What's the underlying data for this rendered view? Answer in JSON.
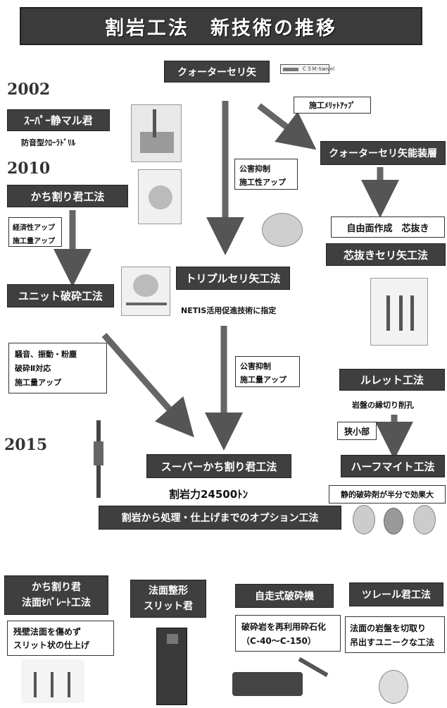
{
  "title": "割岩工法　新技術の推移",
  "years": [
    "2002",
    "2010",
    "2015"
  ],
  "nodes": {
    "quarter_seri": "クォーターセリ矢",
    "quarter_seri_improved": "クォーターセリ矢能装層",
    "super_jomaru": "ｽｰﾊﾟｰ静マル君",
    "kachiwari": "かち割り君工法",
    "unit_hasai": "ユニット破砕工法",
    "triple_seri": "トリプルセリ矢工法",
    "jiyumen": "自由面作成　芯抜き",
    "shinnuki": "芯抜きセリ矢工法",
    "roulette": "ルレット工法",
    "super_kachiwari": "スーパーかち割り君工法",
    "halfmite": "ハーフマイト工法",
    "options": "割岩から処理・仕上げまでのオプション工法"
  },
  "labels": {
    "merit_up": "施工ﾒﾘｯﾄｱｯﾌﾟ",
    "drill": "防音型ｸﾛｰﾗﾄﾞﾘﾙ",
    "pollution_1": [
      "公害抑制",
      "施工性アップ"
    ],
    "econ": [
      "経済性アップ",
      "施工量アップ"
    ],
    "netis": "NETIS活用促進技術に指定",
    "noise": [
      "騒音、振動・粉塵",
      "破砕Ⅱ対応",
      "施工量アップ"
    ],
    "pollution_2": [
      "公害抑制",
      "施工量アップ"
    ],
    "ganban": "岩盤の縁切り削孔",
    "kyosho": "狭小部",
    "force": "割岩力24500ﾄﾝ",
    "halfmite_desc": "静的破砕剤が半分で効果大",
    "tool_tag": "ＣＳＭ-Swivel"
  },
  "bottom": [
    {
      "title": [
        "かち割り君",
        "法面ｾﾊﾟﾚｰﾄ工法"
      ],
      "desc": [
        "残壁法面を傷めず",
        "スリット状の仕上げ"
      ]
    },
    {
      "title": [
        "法面整形",
        "スリット君"
      ],
      "desc": []
    },
    {
      "title": [
        "自走式破砕機"
      ],
      "desc": [
        "破砕岩を再利用砕石化",
        "（C-40〜C-150）"
      ]
    },
    {
      "title": [
        "ツレール君工法"
      ],
      "desc": [
        "法面の岩盤を切取り",
        "吊出すユニークな工法"
      ]
    }
  ]
}
